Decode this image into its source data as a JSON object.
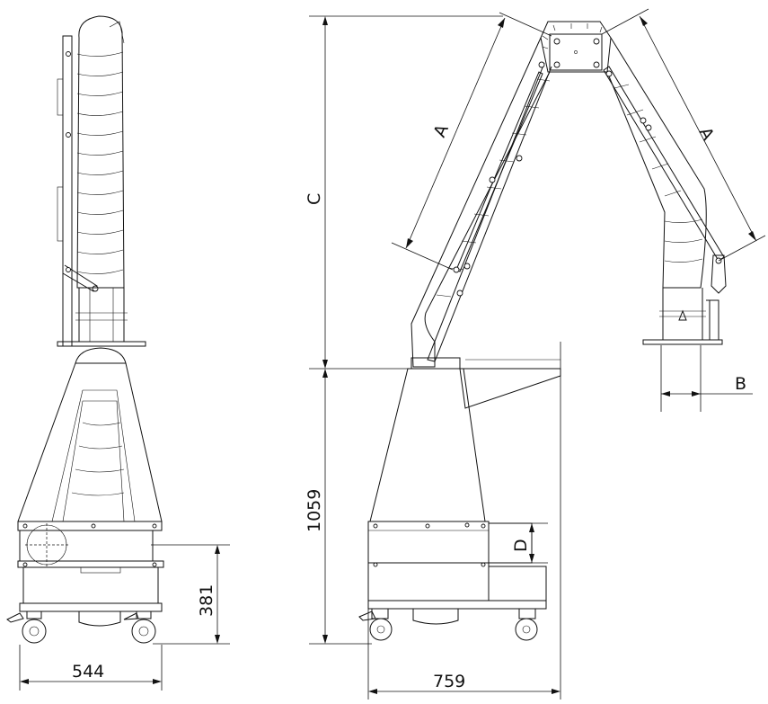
{
  "labels": {
    "a_left": "A",
    "a_right": "A",
    "b": "B",
    "c": "C",
    "d": "D",
    "h1059": "1059",
    "h381": "381",
    "w544": "544",
    "w759": "759"
  }
}
